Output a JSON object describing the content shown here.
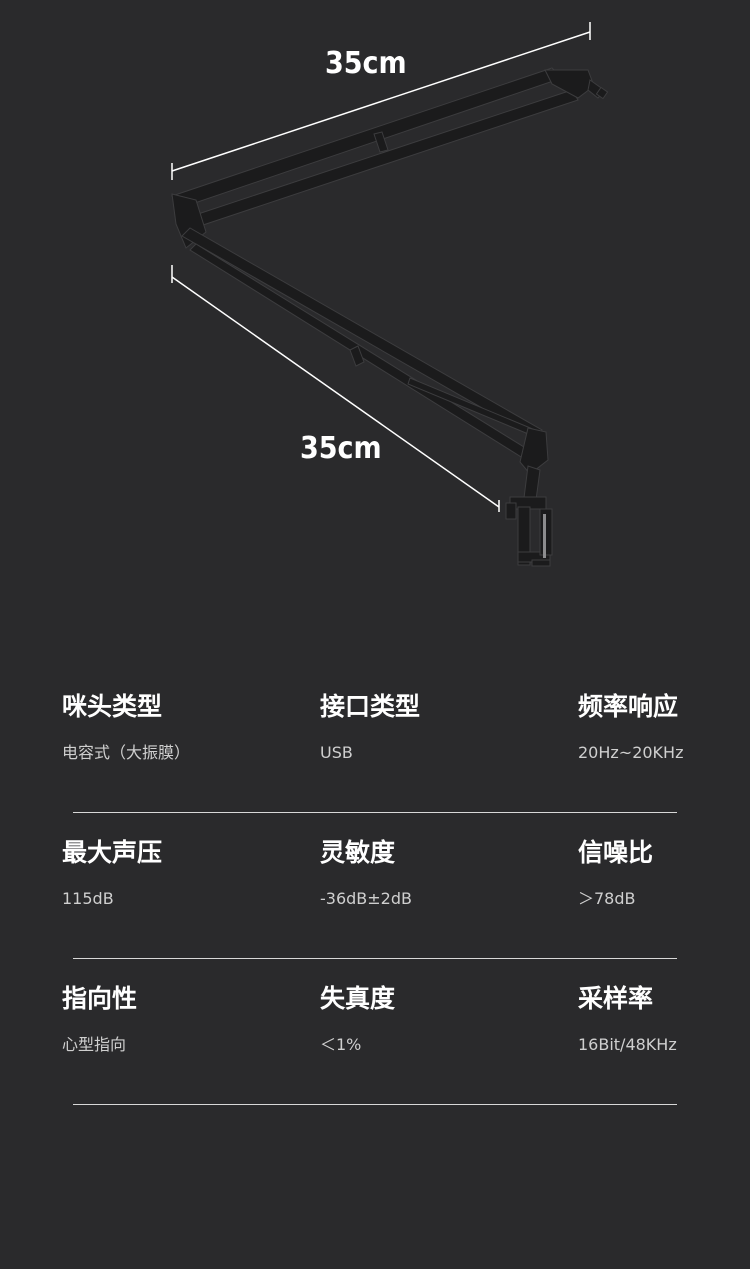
{
  "dimensions": {
    "upper_arm_length": "35cm",
    "lower_arm_length": "35cm"
  },
  "specs": [
    [
      {
        "title": "咪头类型",
        "value": "电容式（大振膜）"
      },
      {
        "title": "接口类型",
        "value": "USB"
      },
      {
        "title": "频率响应",
        "value": "20Hz~20KHz"
      }
    ],
    [
      {
        "title": "最大声压",
        "value": "115dB"
      },
      {
        "title": "灵敏度",
        "value": "-36dB±2dB"
      },
      {
        "title": "信噪比",
        "value": "＞78dB"
      }
    ],
    [
      {
        "title": "指向性",
        "value": "心型指向"
      },
      {
        "title": "失真度",
        "value": "＜1%"
      },
      {
        "title": "采样率",
        "value": "16Bit/48KHz"
      }
    ]
  ],
  "colors": {
    "background": "#2a2a2c",
    "arm": "#1b1b1c",
    "text": "#ffffff",
    "divider": "#d8d8d8"
  },
  "icons": {
    "product": "boom-arm-illustration"
  }
}
